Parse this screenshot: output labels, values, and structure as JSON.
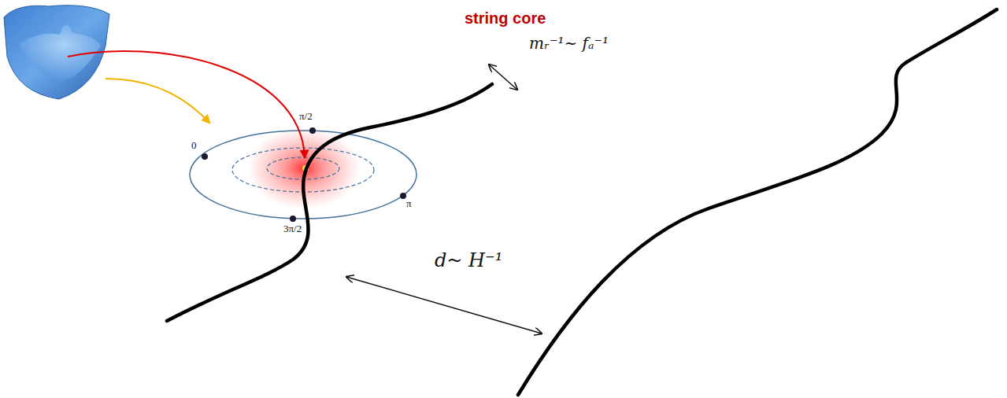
{
  "diagram": {
    "labels": [
      "string core",
      "mᵣ⁻¹~ fₐ⁻¹",
      "π/2",
      "0",
      "π",
      "3π/2",
      "d~ H⁻¹"
    ]
  }
}
